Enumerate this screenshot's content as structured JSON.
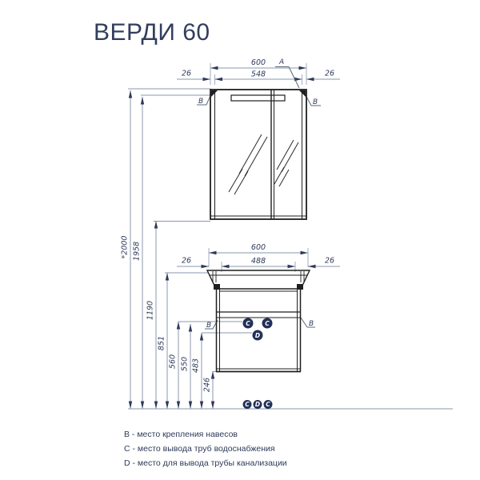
{
  "title": "ВЕРДИ 60",
  "colors": {
    "accent_navy": "#2e3a59",
    "drawing_line": "#1f1f1f",
    "dimension_line": "#8b97ad",
    "marker_fill": "#223158"
  },
  "mirror_cabinet": {
    "width_mm": "600",
    "inner_mm": "548",
    "side_left_mm": "26",
    "side_right_mm": "26",
    "label_a": "A",
    "label_b_left": "B",
    "label_b_right": "B"
  },
  "vanity": {
    "width_mm": "600",
    "inner_mm": "488",
    "side_left_mm": "26",
    "side_right_mm": "26",
    "label_b_left": "B",
    "label_b_right": "B",
    "marker_c_left": "C",
    "marker_c_right": "C",
    "marker_d": "D"
  },
  "vertical_dims": [
    "*2000",
    "1958",
    "1190",
    "851",
    "560",
    "550",
    "483",
    "246"
  ],
  "floor_markers": [
    "C",
    "D",
    "C"
  ],
  "legend": [
    "B - место крепления навесов",
    "C - место вывода труб водоснабжения",
    "D - место для вывода трубы канализации"
  ]
}
